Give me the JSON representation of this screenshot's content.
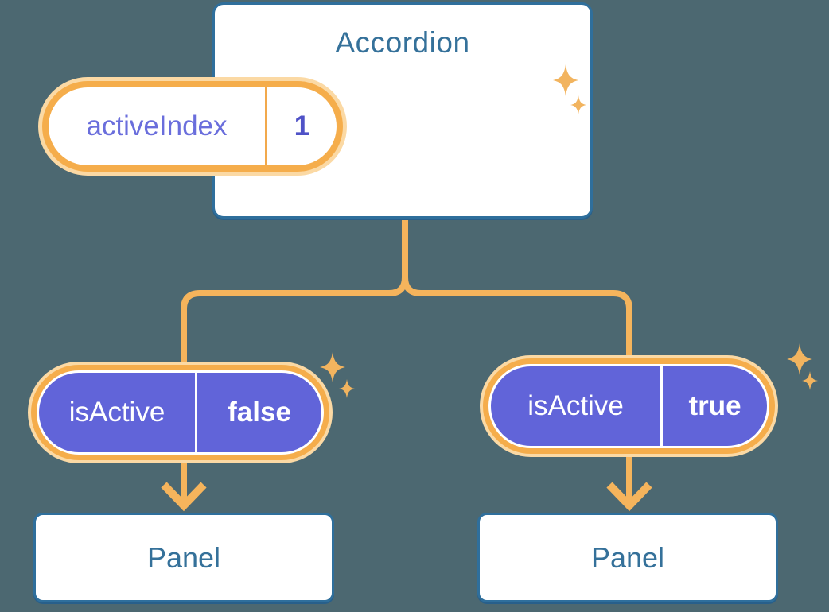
{
  "diagram": {
    "accordion": {
      "title": "Accordion",
      "state": {
        "name": "activeIndex",
        "value": "1"
      }
    },
    "panels": [
      {
        "prop": {
          "name": "isActive",
          "value": "false"
        },
        "label": "Panel"
      },
      {
        "prop": {
          "name": "isActive",
          "value": "true"
        },
        "label": "Panel"
      }
    ]
  },
  "colors": {
    "bg": "#4C6871",
    "cardBorder": "#2F6F9C",
    "cardShadow": "#285F8A",
    "heading": "#35719A",
    "orange": "#F5AD4B",
    "orangeLight": "#FBD9A4",
    "connector": "#F5B45C",
    "sparkle": "#F2B45F",
    "purple": "#6164D9",
    "stateName": "#6A6EDC",
    "stateValue": "#4F52C7",
    "divOrange": "#F2A94C",
    "white": "#FFFFFF"
  }
}
